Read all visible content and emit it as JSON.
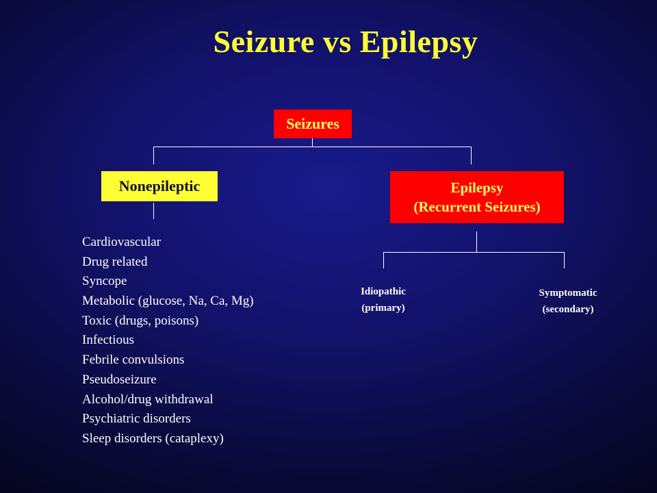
{
  "title": "Seizure vs Epilepsy",
  "root": {
    "label": "Seizures"
  },
  "nonepileptic": {
    "label": "Nonepileptic",
    "causes": [
      "Cardiovascular",
      "Drug related",
      "Syncope",
      "Metabolic (glucose, Na, Ca, Mg)",
      "Toxic (drugs, poisons)",
      "Infectious",
      "Febrile convulsions",
      "Pseudoseizure",
      "Alcohol/drug withdrawal",
      "Psychiatric disorders",
      "Sleep disorders (cataplexy)"
    ]
  },
  "epilepsy": {
    "label_line1": "Epilepsy",
    "label_line2": "(Recurrent Seizures)",
    "idiopathic": {
      "line1": "Idiopathic",
      "line2": "(primary)"
    },
    "symptomatic": {
      "line1": "Symptomatic",
      "line2": "(secondary)"
    }
  },
  "colors": {
    "background": "#12126a",
    "title": "#ffff33",
    "red_box": "#ff0000",
    "red_box_text": "#ffff66",
    "yellow_box": "#ffff33",
    "yellow_box_text": "#111133",
    "line": "#ffffff"
  }
}
